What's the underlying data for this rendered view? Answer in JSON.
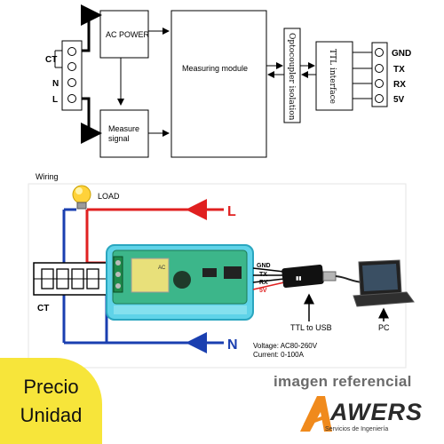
{
  "block_diagram": {
    "ac_power": "AC POWER",
    "measuring_module": "Measuring module",
    "measure_signal_1": "Measure",
    "measure_signal_2": "signal",
    "optocoupler": "Optocoupler isolation",
    "ttl_interface": "TTL interface",
    "left_terminals": [
      "CT",
      "N",
      "L"
    ],
    "right_terminals": [
      "GND",
      "TX",
      "RX",
      "5V"
    ]
  },
  "wiring": {
    "title": "Wiring",
    "load": "LOAD",
    "line": "L",
    "neutral": "N",
    "ct": "CT",
    "board_text": "AC",
    "pins": [
      "GND",
      "TX",
      "RX",
      "5V"
    ],
    "ttl_usb": "TTL to USB",
    "pc": "PC",
    "voltage": "Voltage: AC80-260V",
    "current": "Current: 0-100A",
    "colors": {
      "line_wire": "#e02020",
      "neutral_wire": "#1a3fb0",
      "module": "#5fd3e8"
    }
  },
  "badge": {
    "line1": "Precio",
    "line2": "Unidad",
    "color": "#f7e53a"
  },
  "reference_note": "imagen referencial",
  "brand": {
    "name": "AWERS",
    "tagline": "Servicios de Ingeniería",
    "accent": "#f08a1c"
  }
}
